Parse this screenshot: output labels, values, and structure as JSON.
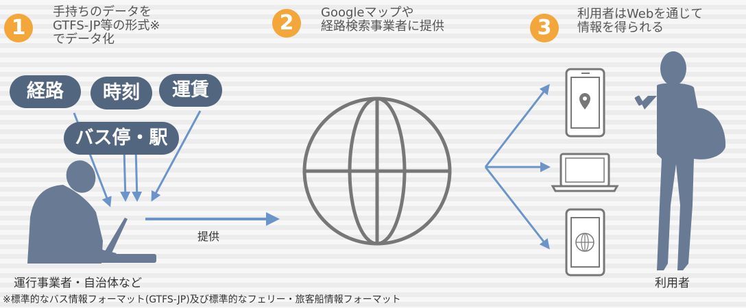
{
  "steps": [
    {
      "number": "1",
      "text": "手持ちのデータを\nGTFS-JP等の形式※\nでデータ化"
    },
    {
      "number": "2",
      "text": "Googleマップや\n経路検索事業者に提供"
    },
    {
      "number": "3",
      "text": "利用者はWebを通じて\n情報を得られる"
    }
  ],
  "data_pills": [
    "経路",
    "時刻",
    "運賃",
    "バス停・駅"
  ],
  "arrow_label": "提供",
  "left_caption": "運行事業者・自治体など",
  "right_caption": "利用者",
  "footnote": "※標準的なバス情報フォーマット(GTFS-JP)及び標準的なフェリー・旅客船情報フォーマット",
  "colors": {
    "badge": "#f3a63a",
    "pill": "#53667f",
    "arrow": "#6b94c8",
    "globe": "#777777"
  },
  "icons": [
    "operator-silhouette-icon",
    "globe-icon",
    "smartphone-map-pin-icon",
    "laptop-icon",
    "tablet-globe-icon",
    "user-silhouette-icon"
  ]
}
